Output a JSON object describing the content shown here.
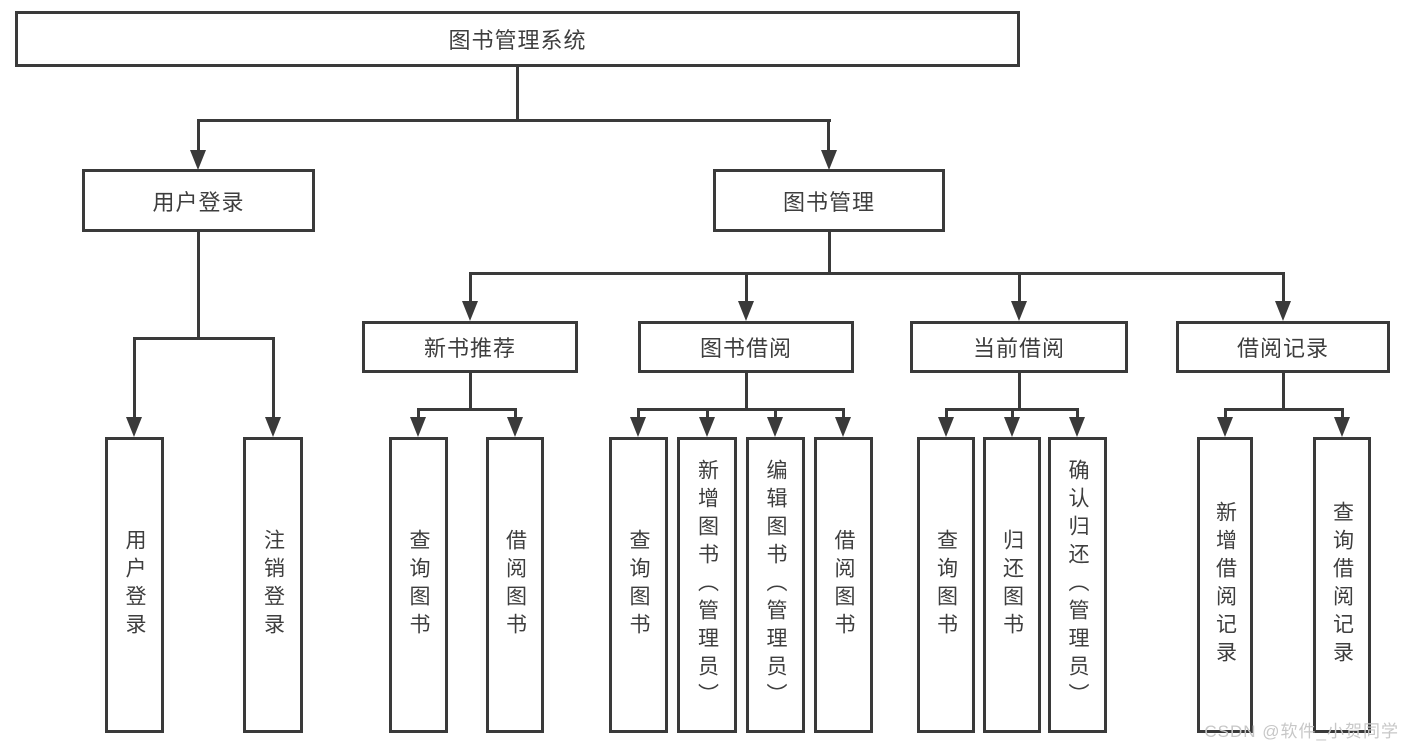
{
  "diagram_title": "图书管理系统",
  "tree": {
    "label": "图书管理系统",
    "children": [
      {
        "label": "用户登录",
        "children": [
          {
            "label": "用户登录"
          },
          {
            "label": "注销登录"
          }
        ]
      },
      {
        "label": "图书管理",
        "children": [
          {
            "label": "新书推荐",
            "children": [
              {
                "label": "查询图书"
              },
              {
                "label": "借阅图书"
              }
            ]
          },
          {
            "label": "图书借阅",
            "children": [
              {
                "label": "查询图书"
              },
              {
                "label": "新增图书（管理员）"
              },
              {
                "label": "编辑图书（管理员）"
              },
              {
                "label": "借阅图书"
              }
            ]
          },
          {
            "label": "当前借阅",
            "children": [
              {
                "label": "查询图书"
              },
              {
                "label": "归还图书"
              },
              {
                "label": "确认归还（管理员）"
              }
            ]
          },
          {
            "label": "借阅记录",
            "children": [
              {
                "label": "新增借阅记录"
              },
              {
                "label": "查询借阅记录"
              }
            ]
          }
        ]
      }
    ]
  },
  "watermark": {
    "text": "CSDN @软件_小贺同学"
  },
  "colors": {
    "line": "#3a3a3a",
    "text": "#3e3e3e",
    "box_fill": "#ffffff",
    "watermark": "#c7c7c7",
    "background": "#ffffff"
  }
}
